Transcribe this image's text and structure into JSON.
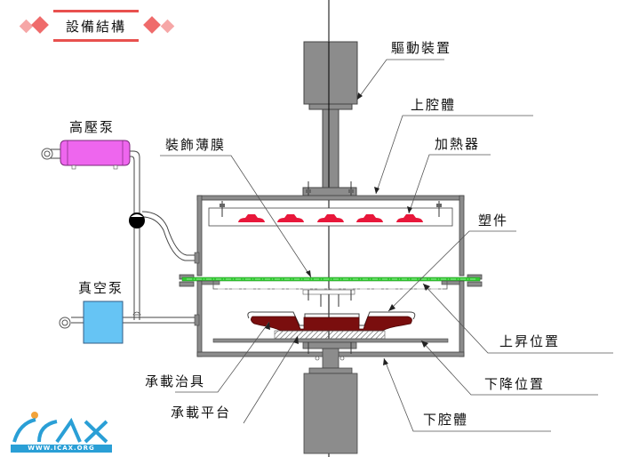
{
  "title": "設備結構",
  "labels": {
    "drive_unit": "驅動裝置",
    "upper_chamber": "上腔體",
    "heater": "加熱器",
    "high_pressure_pump": "高壓泵",
    "decorative_film": "裝飾薄膜",
    "plastic_part": "塑件",
    "vacuum_pump": "真空泵",
    "raised_position": "上昇位置",
    "fixture": "承載治具",
    "lowered_position": "下降位置",
    "platform": "承載平台",
    "lower_chamber": "下腔體"
  },
  "logo": {
    "name": "ICAX",
    "url_text": "WWW.ICAX.ORG"
  },
  "colors": {
    "title_accent": "#e8504e",
    "diamond_dark": "#ef6b6b",
    "diamond_light": "#f6a7a7",
    "high_pressure_pump": "#ee66ee",
    "vacuum_pump": "#66c4f4",
    "heater": "#e8173a",
    "film": "#33cc33",
    "plastic_part": "#7a0e0e",
    "steel": "#8c8c8c",
    "logo_blue": "#2a9fd6"
  }
}
